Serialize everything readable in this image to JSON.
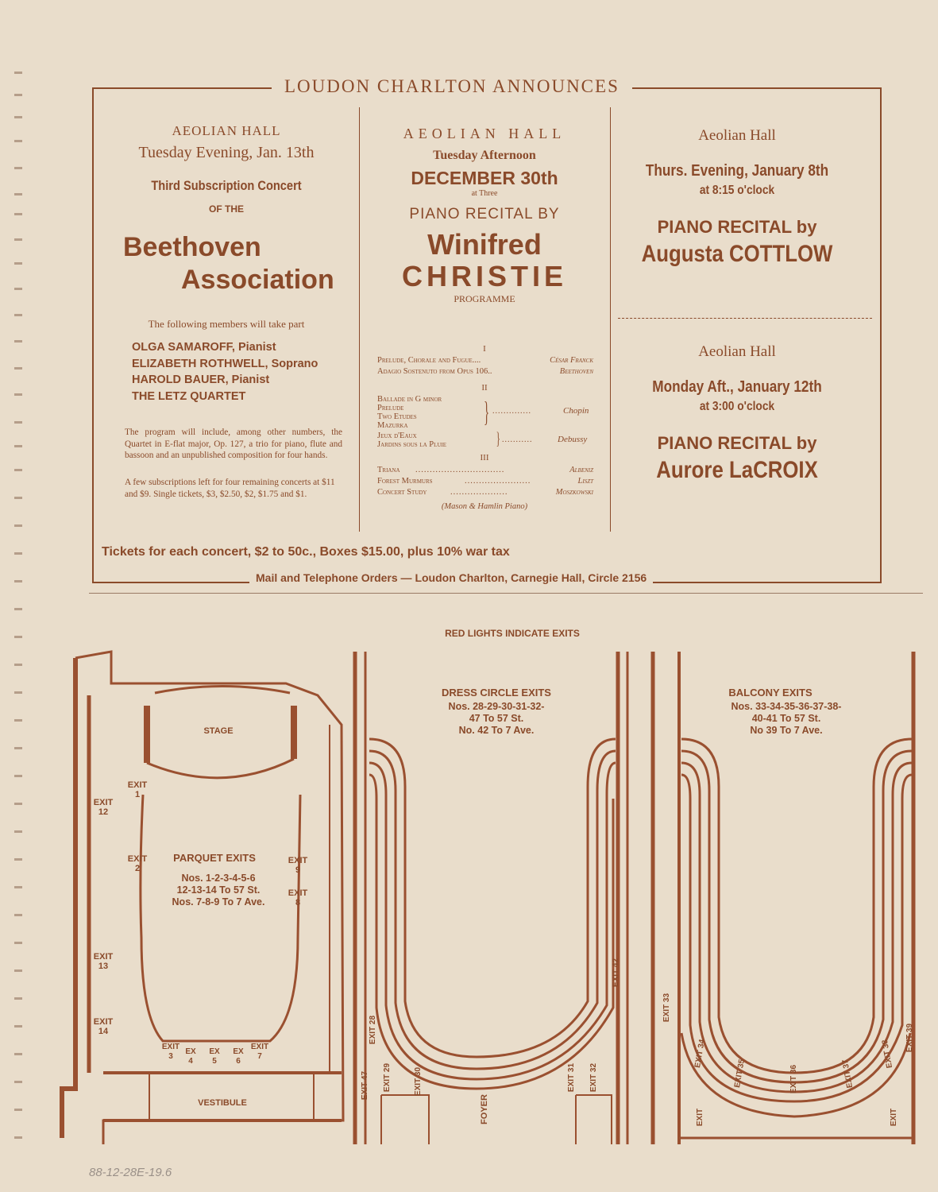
{
  "announcement": {
    "title": "LOUDON CHARLTON ANNOUNCES",
    "col1": {
      "venue": "AEOLIAN HALL",
      "date": "Tuesday Evening, Jan. 13th",
      "subtitle": "Third Subscription Concert",
      "of_the": "OF THE",
      "org_line1": "Beethoven",
      "org_line2": "Association",
      "members_intro": "The following members will take part",
      "members": [
        "OLGA SAMAROFF, Pianist",
        "ELIZABETH ROTHWELL, Soprano",
        "HAROLD BAUER, Pianist",
        "THE LETZ QUARTET"
      ],
      "program_note": "The program will include, among other numbers, the Quartet in E-flat major, Op. 127, a trio for piano, flute and bassoon and an unpublished composition for four hands.",
      "subscription_note": "A few subscriptions left for four remaining concerts at $11 and $9. Single tickets, $3, $2.50, $2, $1.75 and $1."
    },
    "col2": {
      "venue": "AEOLIAN HALL",
      "day": "Tuesday Afternoon",
      "date": "DECEMBER 30th",
      "time": "at Three",
      "recital": "PIANO RECITAL BY",
      "first_name": "Winifred",
      "last_name": "CHRISTIE",
      "programme_label": "PROGRAMME",
      "section1": "I",
      "s1_lines": [
        {
          "work": "Prelude, Chorale and Fugue....",
          "composer": "César Franck"
        },
        {
          "work": "Adagio Sostenuto from Opus 106..",
          "composer": "Beethoven"
        }
      ],
      "section2": "II",
      "s2_chopin": [
        "Ballade in G minor",
        "Prelude",
        "Two Etudes",
        "Mazurka"
      ],
      "s2_chopin_composer": "Chopin",
      "s2_debussy": [
        "Jeux d'Eaux",
        "Jardins sous la Pluie"
      ],
      "s2_debussy_composer": "Debussy",
      "section3": "III",
      "s3_lines": [
        {
          "work": "Triana",
          "composer": "Albeniz"
        },
        {
          "work": "Forest Murmurs",
          "composer": "Liszt"
        },
        {
          "work": "Concert Study",
          "composer": "Moszkowski"
        }
      ],
      "piano_note": "(Mason & Hamlin Piano)"
    },
    "col3": {
      "venue1": "Aeolian Hall",
      "date1": "Thurs. Evening, January 8th",
      "time1": "at 8:15 o'clock",
      "recital1": "PIANO RECITAL by",
      "artist1": "Augusta COTTLOW",
      "venue2": "Aeolian Hall",
      "date2": "Monday Aft., January 12th",
      "time2": "at 3:00 o'clock",
      "recital2": "PIANO RECITAL by",
      "artist2": "Aurore LaCROIX"
    },
    "tickets": "Tickets for each concert, $2 to 50c., Boxes $15.00, plus 10% war tax",
    "mail": "Mail and Telephone Orders — Loudon Charlton, Carnegie Hall, Circle 2156"
  },
  "floorplan": {
    "heading": "RED LIGHTS INDICATE EXITS",
    "stage": "STAGE",
    "vestibule": "VESTIBULE",
    "foyer": "FOYER",
    "parquet_title": "PARQUET EXITS",
    "parquet_lines": [
      "Nos. 1-2-3-4-5-6",
      "12-13-14 To 57 St.",
      "Nos. 7-8-9 To 7 Ave."
    ],
    "dress_title": "DRESS CIRCLE EXITS",
    "dress_lines": [
      "Nos. 28-29-30-31-32-",
      "47 To 57 St.",
      "No. 42 To 7 Ave."
    ],
    "balcony_title": "BALCONY EXITS",
    "balcony_lines": [
      "Nos. 33-34-35-36-37-38-",
      "40-41 To 57 St.",
      "No 39 To 7 Ave."
    ],
    "exit_word": "EXIT",
    "ex_word": "EX",
    "exit_numbers": [
      "1",
      "2",
      "3",
      "4",
      "5",
      "6",
      "7",
      "8",
      "9",
      "12",
      "13",
      "14",
      "28",
      "29",
      "30",
      "31",
      "32",
      "33",
      "34",
      "35",
      "36",
      "37",
      "38",
      "39",
      "42",
      "47"
    ]
  },
  "catalog_mark": "88-12-28E-19.6"
}
